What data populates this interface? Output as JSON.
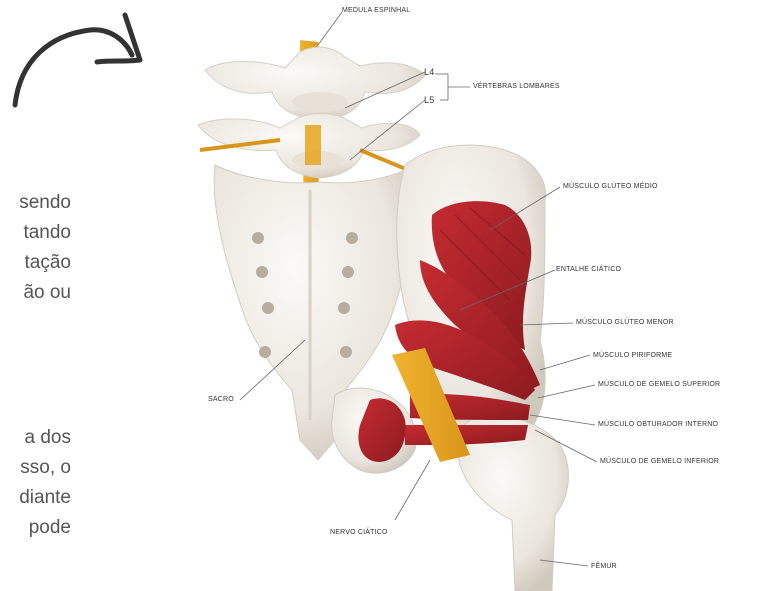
{
  "paragraphs": [
    {
      "lines": [
        "sendo",
        "tando",
        "tação",
        "ão  ou"
      ]
    },
    {
      "lines": [
        "a dos",
        "sso, o",
        "diante",
        "pode"
      ]
    }
  ],
  "labels": {
    "medula": "MEDULA ESPINHAL",
    "l4": "L4",
    "l5": "L5",
    "vertebras": "VÉRTEBRAS LOMBARES",
    "gluteo_medio": "MÚSCULO GLÚTEO MÉDIO",
    "entalhe": "ENTALHE CIÁTICO",
    "gluteo_menor": "MÚSCULO GLÚTEO MENOR",
    "piriforme": "MÚSCULO PIRIFORME",
    "gemelo_superior": "MÚSCULO DE GEMELO SUPERIOR",
    "obturador": "MÚSCULO OBTURADOR INTERNO",
    "gemelo_inferior": "MÚSCULO DE GEMELO INFERIOR",
    "sacro": "SACRO",
    "nervo": "NERVO CIÁTICO",
    "femur": "FÊMUR"
  },
  "colors": {
    "bone": "#eeeae4",
    "bone_shadow": "#cfc9c0",
    "muscle": "#b3232a",
    "muscle_dark": "#8a1a1f",
    "nerve": "#e8a928",
    "arrow": "#333333",
    "text": "#555555"
  }
}
